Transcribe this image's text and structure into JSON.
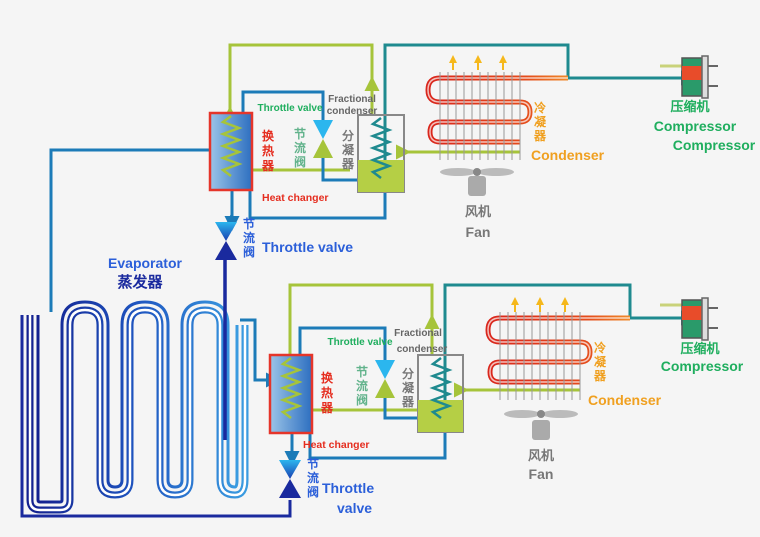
{
  "colors": {
    "evaporator_dark": "#1a2a9e",
    "evaporator_light": "#2f86d6",
    "liquid_line": "#1c7bb8",
    "vapor_line": "#a6c43a",
    "teal_line": "#1f8a8f",
    "hot_line": "#d9261c",
    "condenser_coil": "#e8a24a",
    "label_green": "#1fae5e",
    "label_blue": "#2b5fd9",
    "label_orange": "#f0a020",
    "label_red": "#e52d1f",
    "label_gray": "#777777"
  },
  "evaporator": {
    "en": "Evaporator",
    "zh": "蒸发器"
  },
  "stage1": {
    "heat_exchanger": {
      "zh": "换热器",
      "en": "Heat changer"
    },
    "throttle_small": {
      "en": "Throttle valve",
      "zh": "节流阀"
    },
    "fractional": {
      "en": "Fractional condenser",
      "zh": "分凝器"
    },
    "throttle_main": {
      "zh": "节流阀",
      "en": "Throttle valve"
    },
    "condenser": {
      "zh": "冷凝器",
      "en": "Condenser"
    },
    "fan": {
      "zh": "风机",
      "en": "Fan"
    },
    "compressor": {
      "zh": "压缩机",
      "en": "Compressor",
      "en_dup": "Compressor"
    }
  },
  "stage2": {
    "heat_exchanger": {
      "zh": "换热器",
      "en": "Heat changer"
    },
    "throttle_small": {
      "en": "Throttle valve",
      "zh": "节流阀"
    },
    "fractional": {
      "en": "Fractional condenser",
      "zh": "分凝器"
    },
    "throttle_main": {
      "zh": "节流阀",
      "en": "Throttle valve"
    },
    "condenser": {
      "zh": "冷凝器",
      "en": "Condenser"
    },
    "fan": {
      "zh": "风机",
      "en": "Fan"
    },
    "compressor": {
      "zh": "压缩机",
      "en": "Compressor"
    }
  }
}
